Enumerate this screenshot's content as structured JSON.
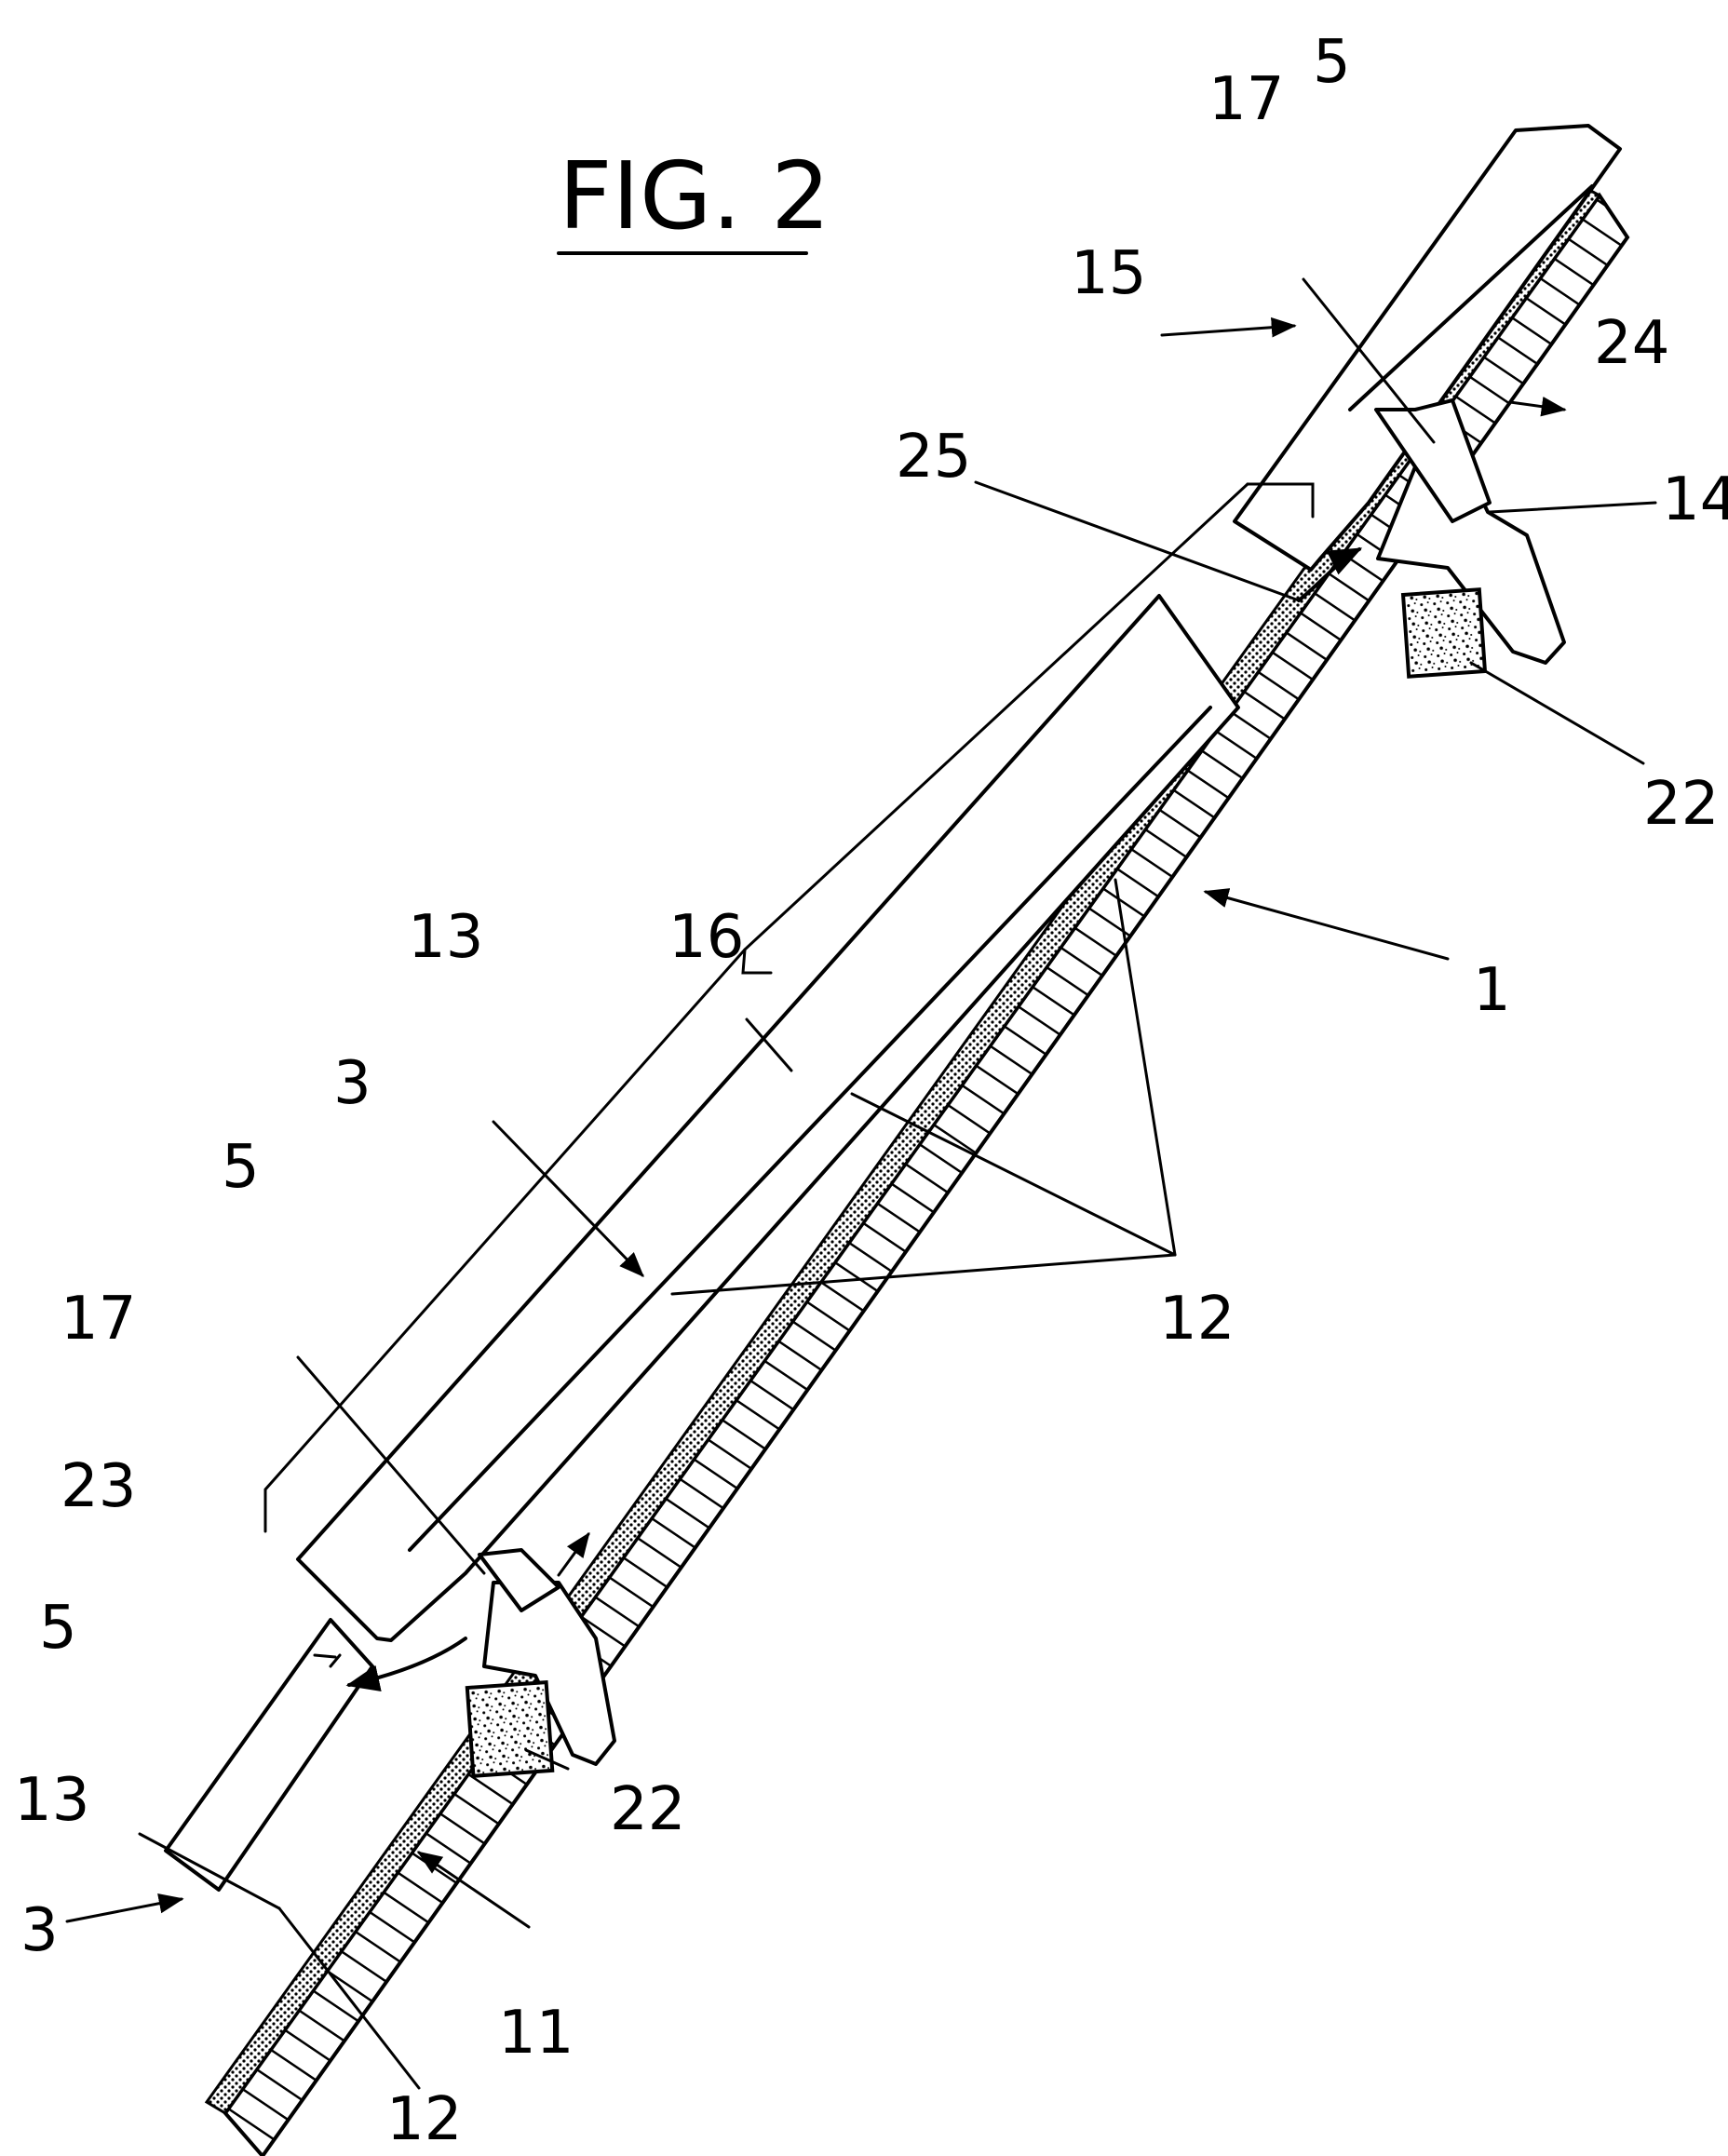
{
  "figure": {
    "title": "FIG. 2",
    "labels": [
      {
        "key": "top_5",
        "text": "5"
      },
      {
        "key": "top_17",
        "text": "17"
      },
      {
        "key": "top_15",
        "text": "15"
      },
      {
        "key": "top_24",
        "text": "24"
      },
      {
        "key": "top_25",
        "text": "25"
      },
      {
        "key": "top_14",
        "text": "14"
      },
      {
        "key": "top_22",
        "text": "22"
      },
      {
        "key": "mid_1",
        "text": "1"
      },
      {
        "key": "mid_16",
        "text": "16"
      },
      {
        "key": "mid_13",
        "text": "13"
      },
      {
        "key": "mid_3",
        "text": "3"
      },
      {
        "key": "mid_5",
        "text": "5"
      },
      {
        "key": "mid_12",
        "text": "12"
      },
      {
        "key": "mid_17",
        "text": "17"
      },
      {
        "key": "low_23",
        "text": "23"
      },
      {
        "key": "low_5",
        "text": "5"
      },
      {
        "key": "low_13",
        "text": "13"
      },
      {
        "key": "low_22",
        "text": "22"
      },
      {
        "key": "low_3",
        "text": "3"
      },
      {
        "key": "low_11",
        "text": "11"
      },
      {
        "key": "low_12",
        "text": "12"
      }
    ]
  }
}
